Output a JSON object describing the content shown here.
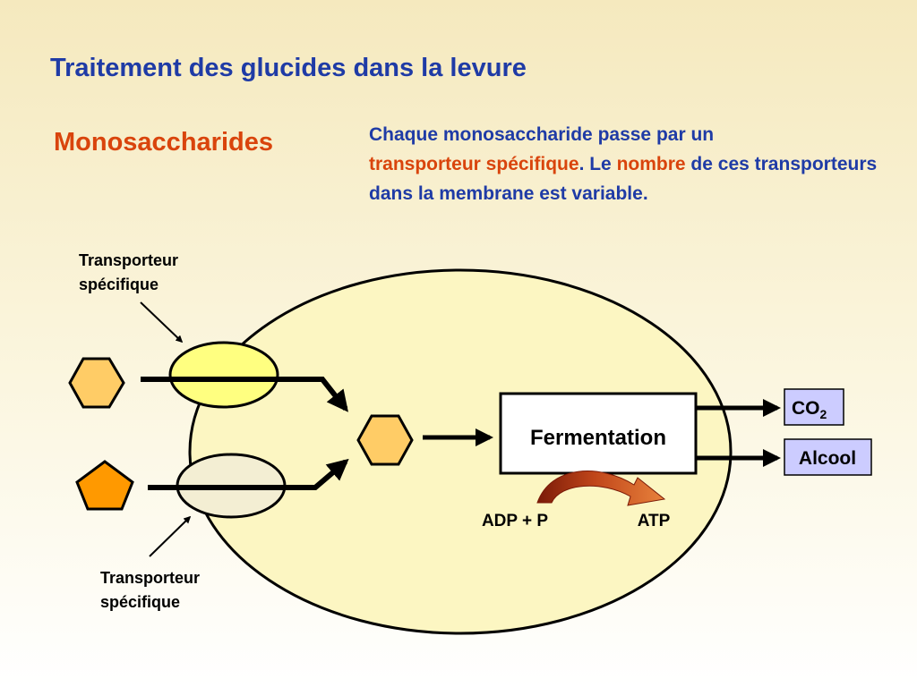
{
  "title": "Traitement des glucides dans la levure",
  "subtitle": "Monosaccharides",
  "description": {
    "line1": "Chaque monosaccharide passe par un",
    "transporter_term": "transporteur spécifique",
    "sep": ". Le ",
    "number_term": "nombre",
    "rest": " de ces transporteurs dans la membrane est variable."
  },
  "diagram": {
    "transporter_top_label": [
      "Transporteur",
      "spécifique"
    ],
    "transporter_bottom_label": [
      "Transporteur",
      "spécifique"
    ],
    "fermentation_label": "Fermentation",
    "co2_label": "CO",
    "co2_subscript": "2",
    "alcool_label": "Alcool",
    "adp_label": "ADP + P",
    "atp_label": "ATP"
  },
  "colors": {
    "cell_fill": "#FCF6C2",
    "transporter_top_fill": "#FFFF80",
    "transporter_bottom_fill": "#F3EED3",
    "hexagon_fill": "#FFCC66",
    "pentagon_fill": "#FF9900",
    "product_box_fill": "#CCCCFF",
    "arrow_red": "#B03A10"
  }
}
